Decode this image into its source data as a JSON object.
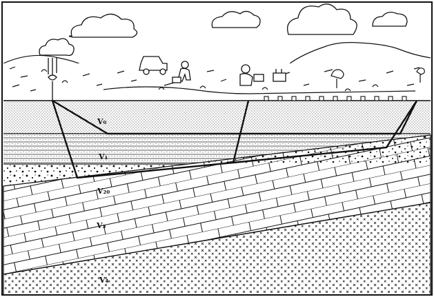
{
  "layers": [
    {
      "id": "V0",
      "label": "V₀"
    },
    {
      "id": "V1",
      "label": "V₁"
    },
    {
      "id": "V2",
      "label": "V₂₀"
    },
    {
      "id": "V3",
      "label": "V₃"
    },
    {
      "id": "V4",
      "label": "V₄"
    }
  ],
  "colors": {
    "ink": "#111111",
    "paper": "#ffffff"
  },
  "icons": [
    "cloud-icon",
    "explosion-icon",
    "truck-icon",
    "person-icon",
    "geophone-icon",
    "tree-icon"
  ]
}
